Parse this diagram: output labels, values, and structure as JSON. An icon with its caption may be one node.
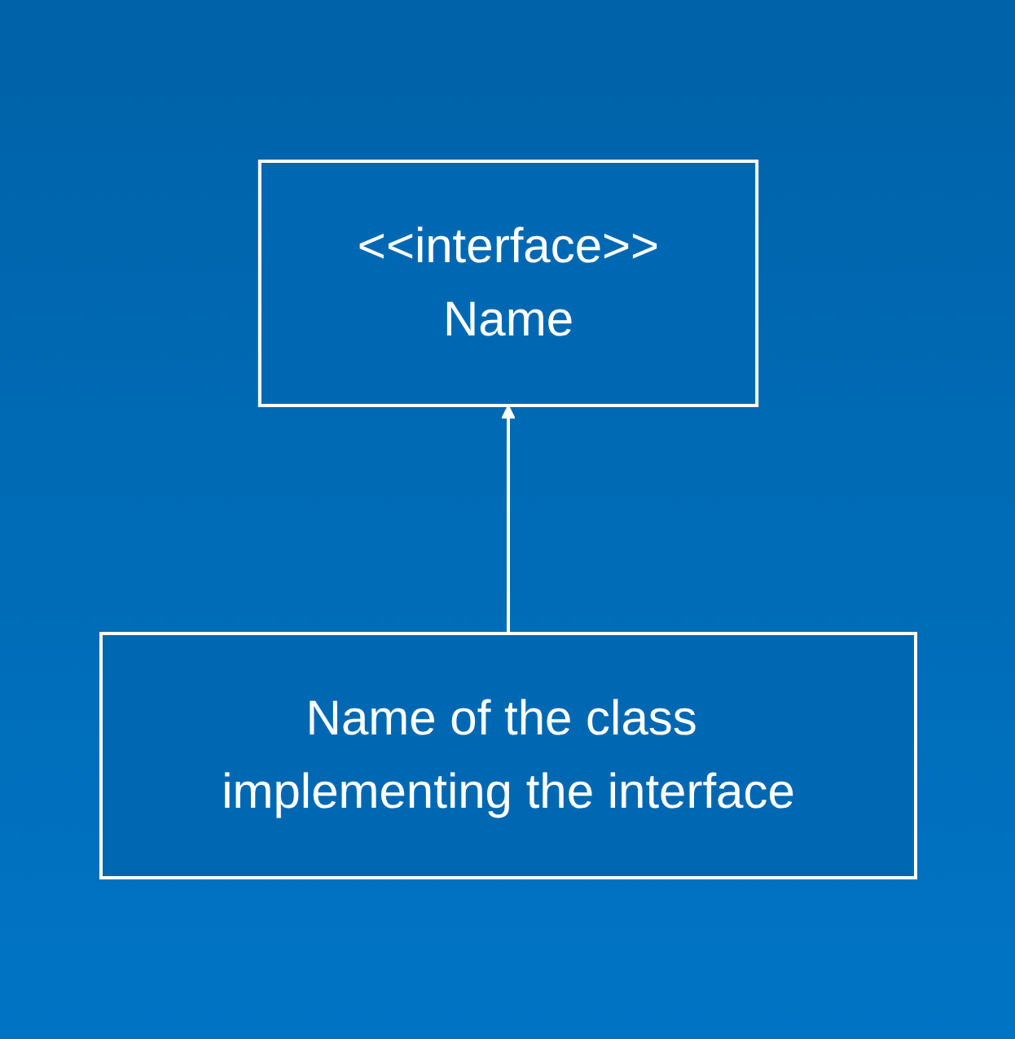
{
  "diagram": {
    "nodes": [
      {
        "text": [
          "<<interface>>",
          "Name"
        ]
      },
      {
        "text": [
          "Name of the class implementing the interface"
        ]
      }
    ],
    "edges": [
      {
        "from": 1,
        "to": 0,
        "arrow": "to"
      }
    ]
  }
}
